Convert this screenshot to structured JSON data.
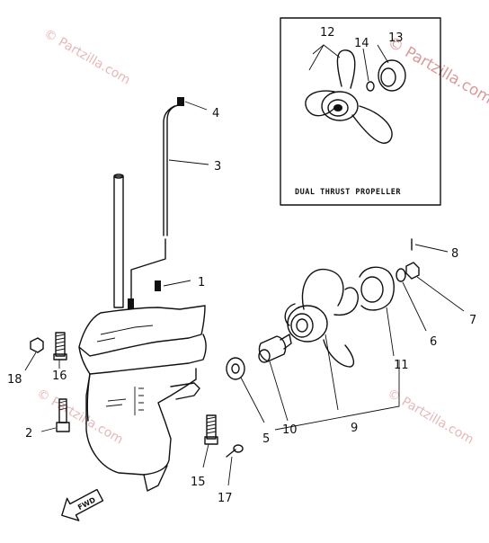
{
  "watermarks": [
    "© Partzilla.com",
    "© Partzilla.com",
    "© Partzilla.com",
    "© Partzilla.com"
  ],
  "inset": {
    "caption": "DUAL THRUST PROPELLER",
    "labels": [
      "12",
      "13",
      "14"
    ]
  },
  "callouts": [
    "1",
    "2",
    "3",
    "4",
    "5",
    "6",
    "7",
    "8",
    "9",
    "10",
    "11",
    "15",
    "16",
    "17",
    "18"
  ],
  "fwd_label": "FWD",
  "colors": {
    "ink": "#111111",
    "watermark": "#e6b8b8",
    "background": "#ffffff"
  }
}
